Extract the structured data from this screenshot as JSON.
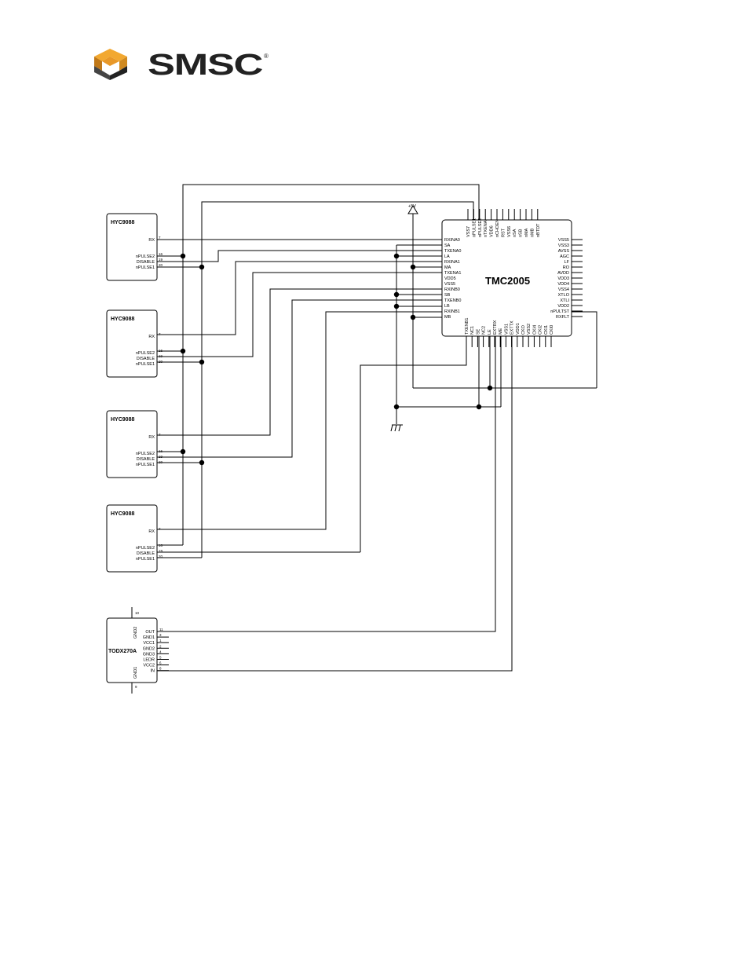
{
  "logo": {
    "text": "SMSC",
    "mark": "®",
    "colors": {
      "orange": "#f0a030",
      "dark": "#222222"
    }
  },
  "ic": {
    "name": "TMC2005",
    "left_pins": [
      "RXINA0",
      "SA",
      "TXENA0",
      "LA",
      "RXINA1",
      "MA",
      "TXENA1",
      "VDD5",
      "VSS5",
      "RXINB0",
      "SB",
      "TXENB0",
      "LB",
      "RXINB1",
      "MB"
    ],
    "right_pins": [
      "VSS5",
      "VSS3",
      "AVSS",
      "AGC",
      "LF",
      "RO",
      "AVDD",
      "VDD3",
      "VDD4",
      "VSS4",
      "XTLO",
      "XTLI",
      "VDD2",
      "nPULTST",
      "RXFLT"
    ],
    "top_pins": [
      "VSS7",
      "nPULSE1",
      "nPULSE2",
      "nTXENA",
      "VDD6",
      "nCHOEN",
      "RST",
      "VSS6",
      "nSA",
      "nSB",
      "nMA",
      "nMB",
      "nBTDT"
    ],
    "bottom_pins": [
      "TXENB1",
      "NC1",
      "SE",
      "NC2",
      "LE",
      "EXTRX",
      "ME",
      "VSS1",
      "EXTTX",
      "VDD1",
      "CKO",
      "VSS2",
      "CKI4",
      "CKI2",
      "CKI1",
      "CKI0"
    ]
  },
  "hyc": {
    "name": "HYC9088",
    "pins": [
      "RX",
      "nPULSE2",
      "DISABLE",
      "nPULSE1"
    ],
    "pin_numbers": [
      "7",
      "16",
      "19",
      "20"
    ]
  },
  "todx": {
    "name": "TODX270A",
    "pins": [
      "OUT",
      "GND1",
      "VCC1",
      "GND2",
      "GND3",
      "LEDR",
      "VCC2",
      "IN"
    ],
    "pin_numbers": [
      "11",
      "3",
      "1",
      "2",
      "4",
      "5",
      "6",
      "8"
    ],
    "side_labels": [
      "GND2",
      "GND1"
    ],
    "end_pins": [
      "10",
      "9"
    ]
  },
  "power": {
    "vcc": "+5V"
  }
}
